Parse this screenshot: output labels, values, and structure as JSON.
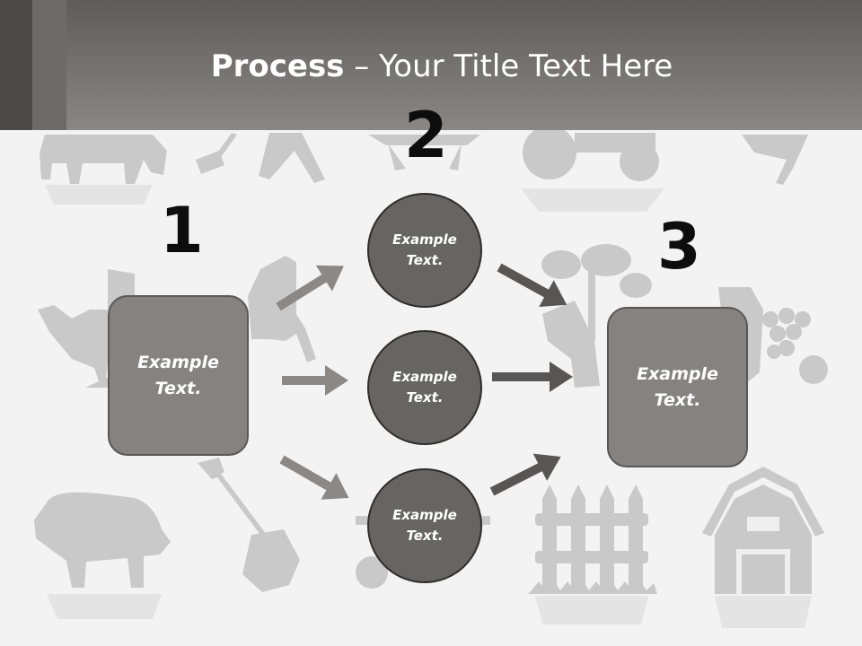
{
  "title": {
    "bold": "Process",
    "rest": " – Your Title Text Here"
  },
  "numbers": [
    "1",
    "2",
    "3"
  ],
  "left_box": {
    "line1": "Example",
    "line2": "Text."
  },
  "circles": [
    {
      "line1": "Example",
      "line2": "Text."
    },
    {
      "line1": "Example",
      "line2": "Text."
    },
    {
      "line1": "Example",
      "line2": "Text."
    }
  ],
  "right_box": {
    "line1": "Example",
    "line2": "Text."
  },
  "colors": {
    "header": "#7a7674",
    "box_fill": "#868280",
    "circle_fill": "#676564",
    "arrow_light": "#8c8886",
    "arrow_dark": "#585655",
    "silhouette": "#c6c6c6"
  },
  "background_icons": [
    "cow-icon",
    "pitchfork-icon",
    "farmer-icon",
    "sun-icon",
    "tractor-icon",
    "wheat-icon",
    "rooster-icon",
    "horse-icon",
    "plant-in-hand-icon",
    "fruit-basket-icon",
    "pig-icon",
    "shovel-icon",
    "wheelbarrow-icon",
    "fence-icon",
    "barn-icon"
  ]
}
